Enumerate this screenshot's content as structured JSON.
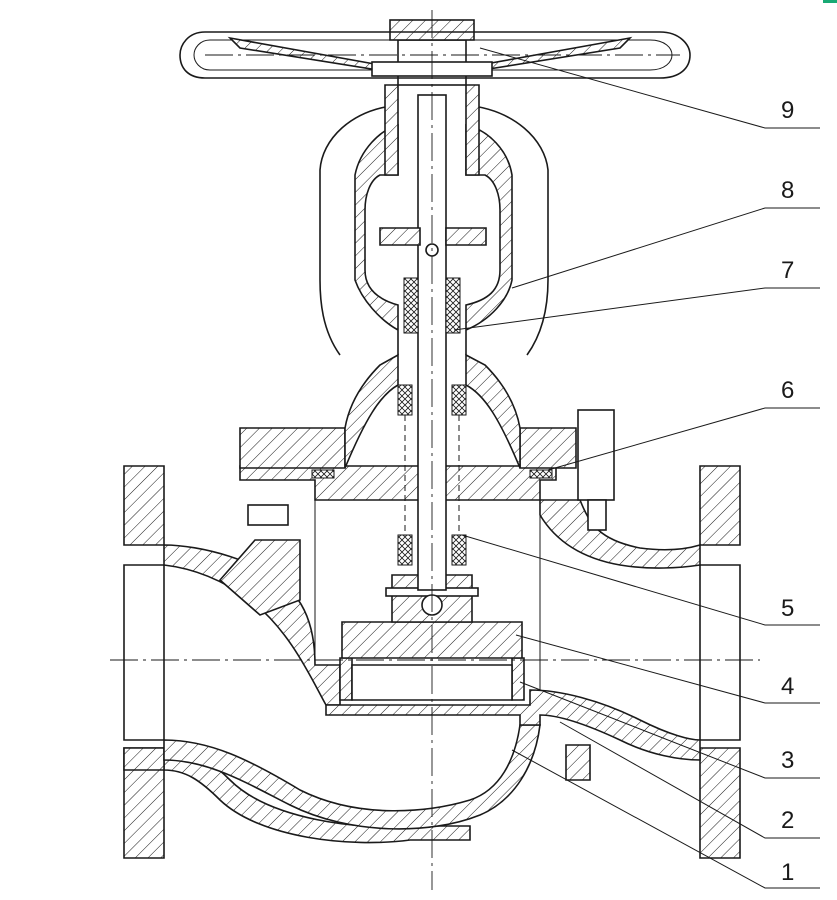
{
  "diagram": {
    "callouts": [
      {
        "id": "1",
        "label": "1"
      },
      {
        "id": "2",
        "label": "2"
      },
      {
        "id": "3",
        "label": "3"
      },
      {
        "id": "4",
        "label": "4"
      },
      {
        "id": "5",
        "label": "5"
      },
      {
        "id": "6",
        "label": "6"
      },
      {
        "id": "7",
        "label": "7"
      },
      {
        "id": "8",
        "label": "8"
      },
      {
        "id": "9",
        "label": "9"
      }
    ],
    "colors": {
      "line": "#1a1a1a",
      "background": "#ffffff",
      "corner_mark": "#19a974"
    }
  }
}
